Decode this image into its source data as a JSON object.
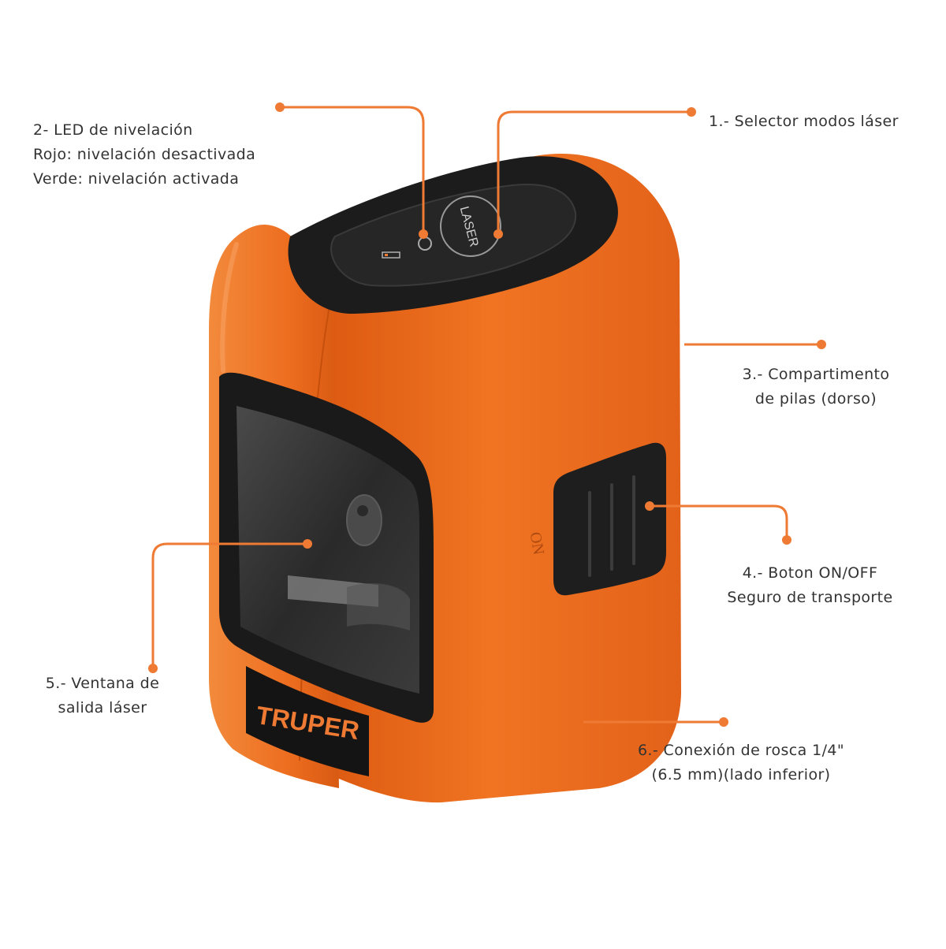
{
  "colors": {
    "accent": "#EE7A33",
    "body_orange": "#EE6A1E",
    "body_dark": "#1C1C1C",
    "text": "#333333"
  },
  "brand": {
    "logo_text": "TRUPER",
    "button_text": "LASER",
    "switch_text": "ON"
  },
  "callouts": [
    {
      "id": "1",
      "lines": [
        "1.- Selector modos láser"
      ]
    },
    {
      "id": "2",
      "lines": [
        "2- LED de nivelación",
        "Rojo: nivelación desactivada",
        "Verde: nivelación activada"
      ]
    },
    {
      "id": "3",
      "lines": [
        "3.- Compartimento",
        "de pilas (dorso)"
      ]
    },
    {
      "id": "4",
      "lines": [
        "4.- Boton ON/OFF",
        "Seguro de transporte"
      ]
    },
    {
      "id": "5",
      "lines": [
        "5.- Ventana de",
        "salida láser"
      ]
    },
    {
      "id": "6",
      "lines": [
        "6.- Conexión de rosca 1/4\"",
        "(6.5 mm)(lado inferior)"
      ]
    }
  ]
}
